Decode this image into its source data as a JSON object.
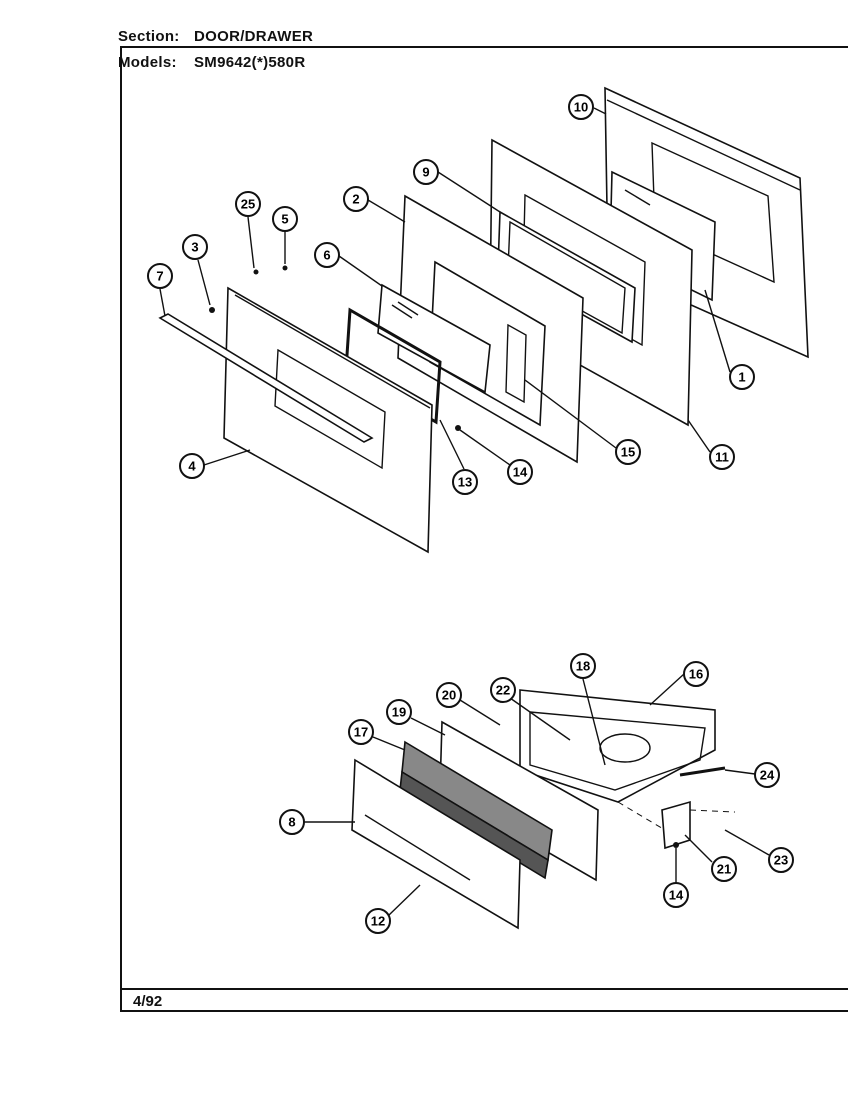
{
  "header": {
    "section_label": "Section:",
    "section_value": "DOOR/DRAWER",
    "models_label": "Models:",
    "models_value": "SM9642(*)580R"
  },
  "footer": {
    "date": "4/92"
  },
  "callouts": [
    "1",
    "2",
    "3",
    "4",
    "5",
    "6",
    "7",
    "8",
    "9",
    "10",
    "11",
    "12",
    "13",
    "14",
    "15",
    "16",
    "17",
    "18",
    "19",
    "20",
    "21",
    "22",
    "23",
    "24",
    "25"
  ]
}
